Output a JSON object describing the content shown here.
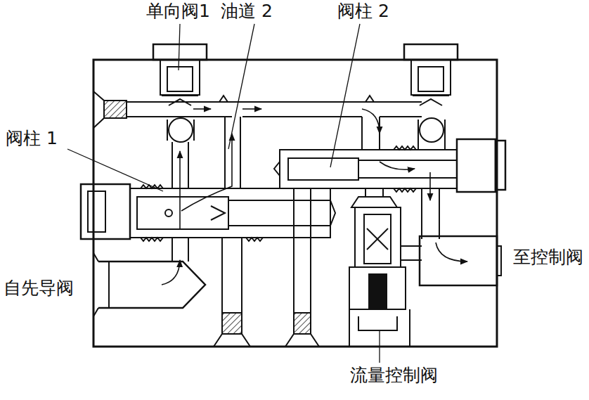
{
  "diagram": {
    "labels": [
      "单向阀1",
      "油道 2",
      "阀柱 2",
      "阀柱 1",
      "自先导阀",
      "至控制阀",
      "流量控制阀"
    ]
  }
}
